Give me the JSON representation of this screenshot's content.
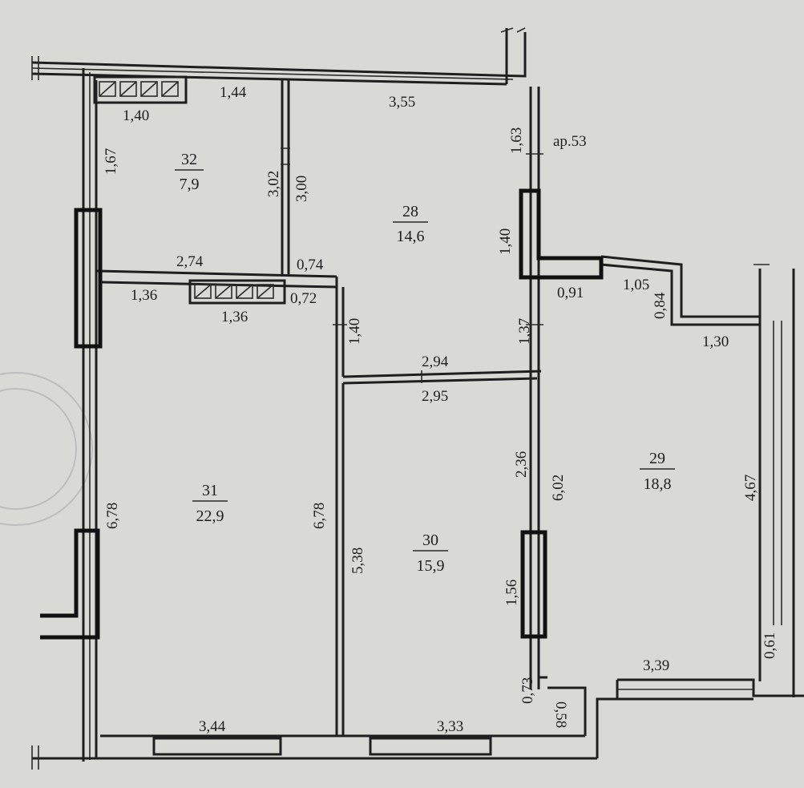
{
  "apartment_label": "ар.53",
  "rooms": [
    {
      "number": "32",
      "area": "7,9"
    },
    {
      "number": "28",
      "area": "14,6"
    },
    {
      "number": "31",
      "area": "22,9"
    },
    {
      "number": "30",
      "area": "15,9"
    },
    {
      "number": "29",
      "area": "18,8"
    }
  ],
  "dimensions": [
    "1,44",
    "1,40",
    "3,55",
    "1,67",
    "3,02",
    "3,00",
    "1,63",
    "1,40",
    "2,74",
    "0,74",
    "1,36",
    "1,36",
    "0,72",
    "1,40",
    "0,91",
    "1,05",
    "0,84",
    "1,30",
    "1,37",
    "2,94",
    "2,95",
    "2,36",
    "6,02",
    "4,67",
    "6,78",
    "6,78",
    "5,38",
    "1,56",
    "0,73",
    "3,39",
    "0,61",
    "0,58",
    "3,44",
    "3,33"
  ]
}
